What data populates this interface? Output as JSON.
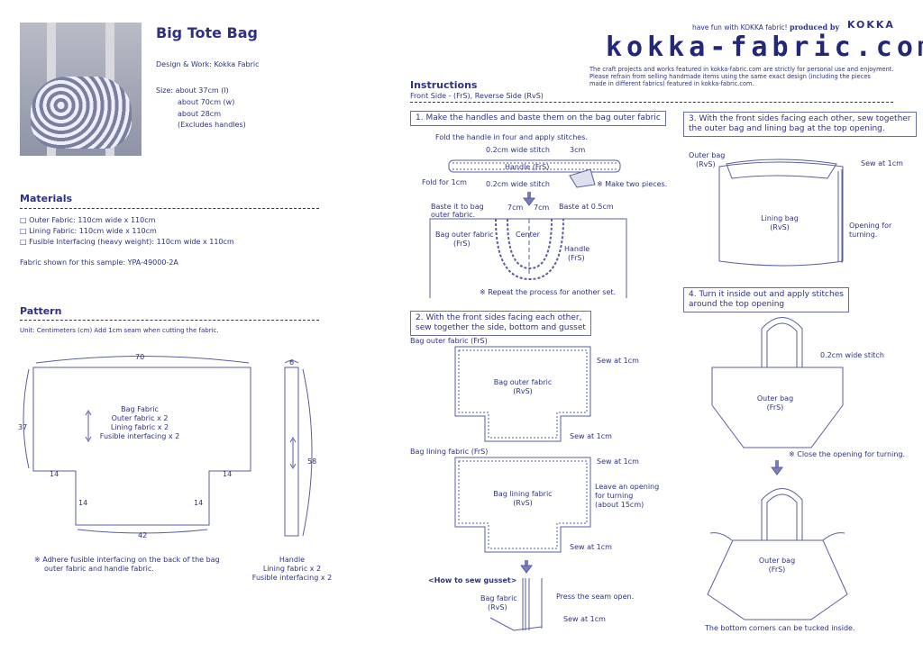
{
  "header": {
    "tagline": "have fun with KOKKA fabric!",
    "produced": "produced by",
    "brand": "KOKKA",
    "site": "kokka-fabric.com",
    "disclaimer": [
      "The craft projects and works featured in kokka-fabric.com are strictly for personal use and enjoyment.",
      "Please refrain from selling handmade items using the same exact design (including the pieces",
      "made in different fabrics) featured in kokka-fabric.com."
    ]
  },
  "project": {
    "title": "Big Tote Bag",
    "design": "Design & Work: Kokka Fabric",
    "size": [
      "Size: about 37cm (l)",
      "about 70cm (w)",
      "about 28cm",
      "(Excludes handles)"
    ]
  },
  "materials": {
    "heading": "Materials",
    "items": [
      "□ Outer Fabric: 110cm wide x 110cm",
      "□ Lining Fabric: 110cm wide x 110cm",
      "□ Fusible Interfacing (heavy weight): 110cm wide x 110cm"
    ],
    "sample": "Fabric shown for this sample: YPA-49000-2A"
  },
  "pattern": {
    "heading": "Pattern",
    "unit": "Unit: Centimeters (cm)   Add 1cm seam when cutting the fabric.",
    "dims": {
      "width": "70",
      "height": "37",
      "notch_w1": "14",
      "notch_w2": "14",
      "notch_h1": "14",
      "notch_h2": "14",
      "bottom": "42",
      "handle_w": "6",
      "handle_l": "58"
    },
    "bag_label": [
      "Bag Fabric",
      "Outer fabric x 2",
      "Lining fabric x 2",
      "Fusible interfacing x 2"
    ],
    "handle_label": [
      "Handle",
      "Lining fabric x 2",
      "Fusible interfacing x 2"
    ],
    "note": [
      "※ Adhere fusible interfacing on the back of the bag",
      "outer fabric and handle fabric."
    ]
  },
  "instructions": {
    "heading": "Instructions",
    "subtitle": "Front Side - (FrS), Reverse Side (RvS)",
    "steps": [
      {
        "title": "1. Make the handles and baste them on the bag outer fabric",
        "labels": [
          "Fold the handle in four and apply stitches.",
          "0.2cm wide stitch",
          "3cm",
          "Handle (FrS)",
          "Fold for 1cm",
          "0.2cm wide stitch",
          "※ Make two pieces.",
          "Baste it to bag",
          "outer fabric.",
          "7cm",
          "7cm",
          "Baste at 0.5cm",
          "Bag outer fabric",
          "(FrS)",
          "Center",
          "Handle",
          "(FrS)",
          "※ Repeat the process for another set."
        ]
      },
      {
        "title": [
          "2. With the front sides facing each other,",
          "sew together the side, bottom and gusset"
        ],
        "labels": [
          "Bag outer fabric (FrS)",
          "Bag outer fabric",
          "(RvS)",
          "Sew at 1cm",
          "Sew at 1cm",
          "Bag lining fabric (FrS)",
          "Bag lining fabric",
          "(RvS)",
          "Sew at 1cm",
          "Leave an opening",
          "for turning",
          "(about 15cm)",
          "Sew at 1cm",
          "<How to sew gusset>",
          "Bag fabric",
          "(RvS)",
          "Press the seam open.",
          "Sew at 1cm"
        ]
      },
      {
        "title": [
          "3. With the front sides facing each other, sew together",
          "the  outer bag and lining bag at the top opening."
        ],
        "labels": [
          "Outer bag",
          "(RvS)",
          "Sew at 1cm",
          "Lining bag",
          "(RvS)",
          "Opening for",
          "turning."
        ]
      },
      {
        "title": [
          "4. Turn it inside out and apply stitches",
          "around the top opening"
        ],
        "labels": [
          "0.2cm wide stitch",
          "Outer bag",
          "(FrS)",
          "※ Close the opening for turning.",
          "Outer bag",
          "(FrS)",
          "The bottom corners can be tucked inside."
        ]
      }
    ]
  },
  "colors": {
    "ink": "#2e3180",
    "line": "#5a5ea0"
  }
}
